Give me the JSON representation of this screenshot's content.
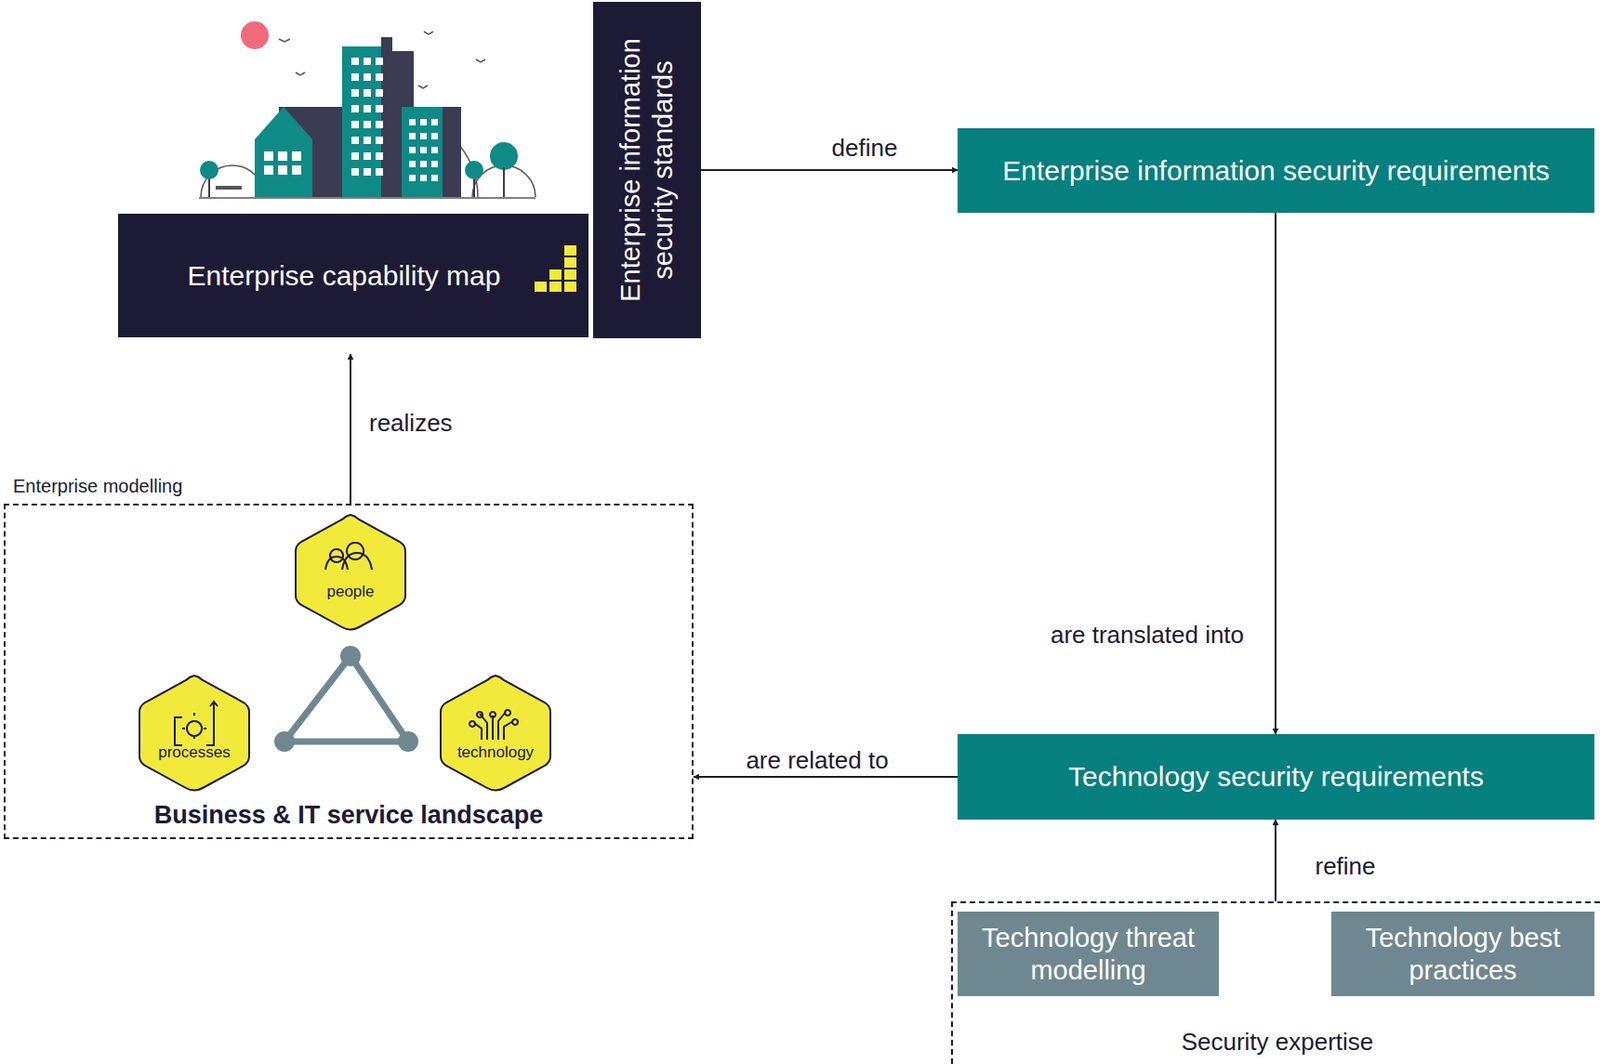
{
  "diagram": {
    "nodes": [
      {
        "text": [
          "Enterprise capability map"
        ]
      },
      {
        "text": [
          "Enterprise information security standards"
        ]
      },
      {
        "text": [
          "Enterprise information security requirements"
        ]
      },
      {
        "text": [
          "Enterprise modelling",
          "Business & IT service landscape"
        ]
      },
      {
        "text": [
          "people"
        ],
        "in": 3
      },
      {
        "text": [
          "processes"
        ],
        "in": 3
      },
      {
        "text": [
          "technology"
        ],
        "in": 3
      },
      {
        "text": [
          "Technology security requirements"
        ]
      },
      {
        "text": [
          "Security expertise"
        ]
      },
      {
        "text": [
          "Technology threat modelling"
        ],
        "in": 8
      },
      {
        "text": [
          "Technology best practices"
        ],
        "in": 8
      }
    ],
    "edges": [
      {
        "from": 3,
        "to": 0,
        "label": "realizes",
        "arrow": "to"
      },
      {
        "from": 1,
        "to": 2,
        "label": "define",
        "arrow": "to"
      },
      {
        "from": 2,
        "to": 7,
        "label": "are translated into",
        "arrow": "to"
      },
      {
        "from": 7,
        "to": 3,
        "label": "are related to",
        "arrow": "to"
      },
      {
        "from": 8,
        "to": 7,
        "label": "refine",
        "arrow": "to"
      }
    ]
  }
}
